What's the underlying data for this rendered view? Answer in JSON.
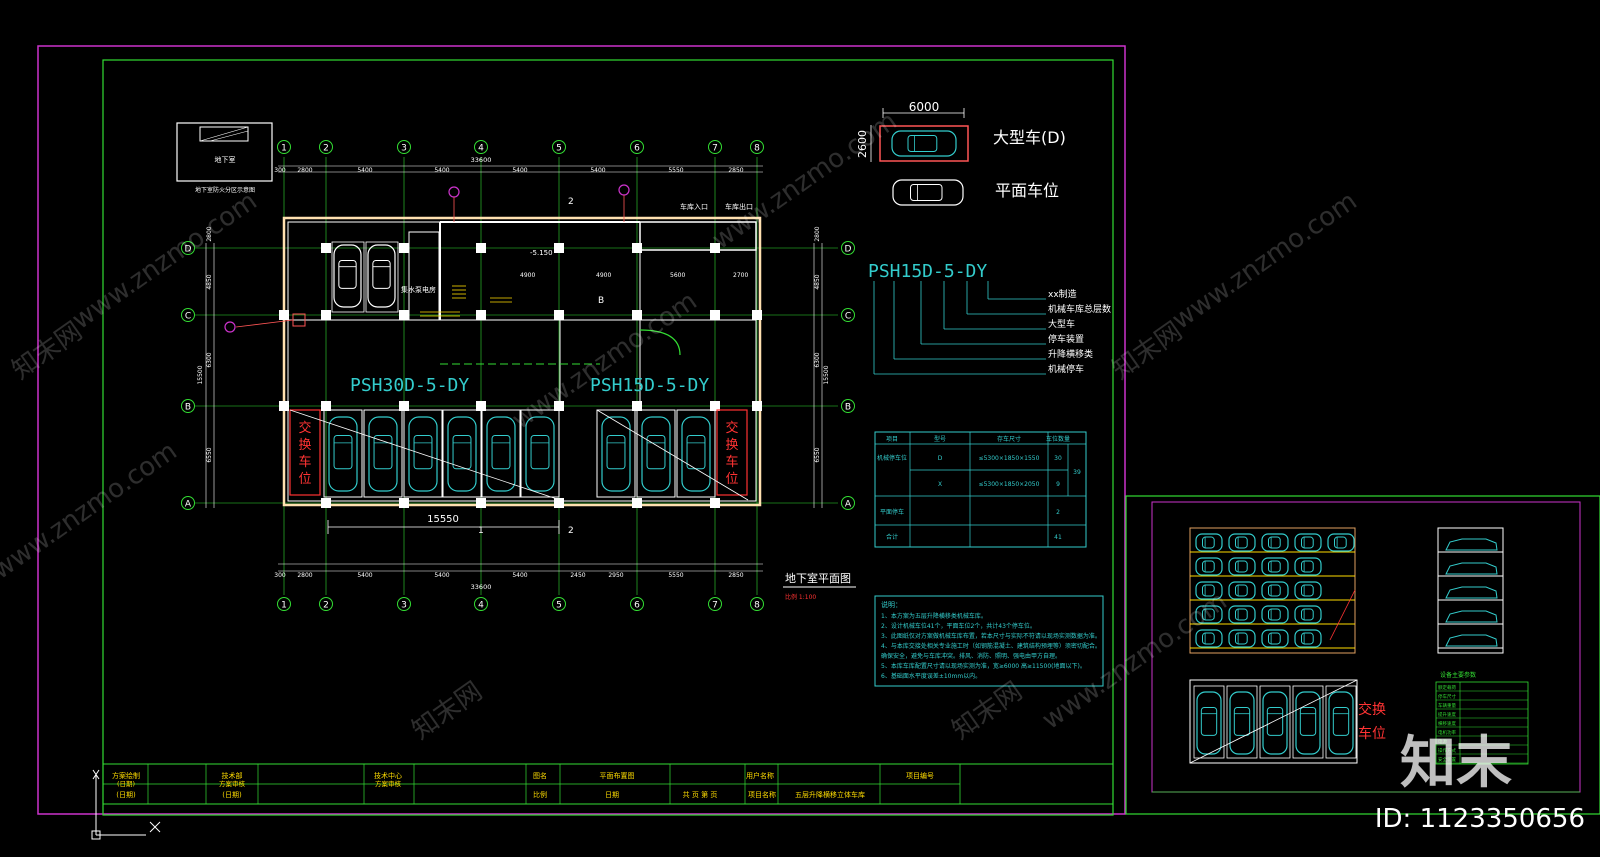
{
  "colors": {
    "background": "#000000",
    "frame": "#cc33cc",
    "border": "#33dd33",
    "wall": "#ffffff",
    "grid": "#33dd33",
    "text_cyan": "#33cccc",
    "text_white": "#ffffff",
    "text_yellow": "#ffdd00",
    "accent_red": "#ff3333",
    "dim_orange": "#e0a060"
  },
  "plan": {
    "title": "地下室平面图",
    "scale": "比例 1:100",
    "axes_numbers": [
      "1",
      "2",
      "3",
      "4",
      "5",
      "6",
      "7",
      "8"
    ],
    "axes_letters": [
      "D",
      "C",
      "B",
      "A"
    ],
    "top_overall": "33600",
    "top_dims": [
      "2800",
      "5400",
      "5400",
      "5400",
      "5400",
      "5550",
      "2850"
    ],
    "bottom_overall": "33600",
    "bottom_dims": [
      "2800",
      "5400",
      "5400",
      "5400",
      "2450",
      "2950",
      "5550",
      "2850"
    ],
    "left_dims": [
      "2800",
      "4850",
      "6300",
      "6550"
    ],
    "left_overall": "15500",
    "right_dims": [
      "2800",
      "4850",
      "6300",
      "6550"
    ],
    "right_overall": "15500",
    "edge_dim": "300",
    "span_label": "15550",
    "section_mark": "2",
    "section_mark_alt": "1",
    "model_left": "PSH30D-5-DY",
    "model_right": "PSH15D-5-DY",
    "exchange_label": "交换车位",
    "room_label": "集水泵电房",
    "ramp_label": "车库入口",
    "ramp_exit": "车库出口",
    "elev_label": "-5.150",
    "dims_inner": [
      "4900",
      "4900",
      "5600",
      "2700"
    ],
    "marker_b": "B",
    "site_caption": "地下室防火分区示意图",
    "site_key": "地下室"
  },
  "legend": {
    "width_dim": "6000",
    "height_dim": "2600",
    "big_car": "大型车(D)",
    "flat_car": "平面车位"
  },
  "model_code": {
    "code": "PSH15D-5-DY",
    "items": [
      "xx制造",
      "机械车库总层数",
      "大型车",
      "停车装置",
      "升降横移类",
      "机械停车"
    ]
  },
  "table": {
    "headers": [
      "项目",
      "型号",
      "存车尺寸",
      "车位数量"
    ],
    "rows": [
      [
        "机械停车位",
        "D",
        "≤5300×1850×1550",
        "30"
      ],
      [
        "",
        "X",
        "≤5300×1850×2050",
        "9"
      ],
      [
        "平面停车",
        "",
        "",
        "2"
      ],
      [
        "合计",
        "",
        "",
        "41"
      ]
    ],
    "merged_total": "39"
  },
  "notes": {
    "title": "说明：",
    "lines": [
      "1、本方案为五层升降横移类机械车库。",
      "2、设计机械车位41个，平面车位2个，共计43个停车位。",
      "3、此图纸仅对方案做机械车库布置，若本尺寸与实际不符请以现场实测数据为准。",
      "4、与本库交接处相关专业施工时（如钢筋混凝土、建筑结构预埋等）须密切配合。",
      "   确保安全，避免与车库冲突。排风、消防、照明、强电由甲方自理。",
      "5、本库车库配置尺寸请以现场实测为准，宽≥6000 高≥11500(地面以下)。",
      "6、基础面水平度误差±10mm以内。"
    ]
  },
  "title_block": {
    "r1": [
      "方案绘制",
      "技术部",
      "技术中心",
      "图名",
      "平面布置图",
      "用户名称",
      "项目编号"
    ],
    "r1b": [
      "(日期)",
      "方案审核",
      "方案审核",
      ""
    ],
    "r2": [
      "(日期)",
      "(日期)",
      "比例",
      "日期",
      "共 页 第 页",
      "项目名称",
      "五层升降横移立体车库"
    ]
  },
  "detail": {
    "exchange_label": "交换车位",
    "spec_title": "设备主要参数",
    "spec_rows": [
      "额定载荷",
      "停车尺寸",
      "车辆重量",
      "提升速度",
      "横移速度",
      "电机功率",
      "电源",
      "操作方式",
      "安全装置"
    ]
  },
  "watermarks": {
    "site": "www.znzmo.com",
    "brand": "知末网",
    "logo": "知末",
    "id": "ID: 1123350656"
  }
}
